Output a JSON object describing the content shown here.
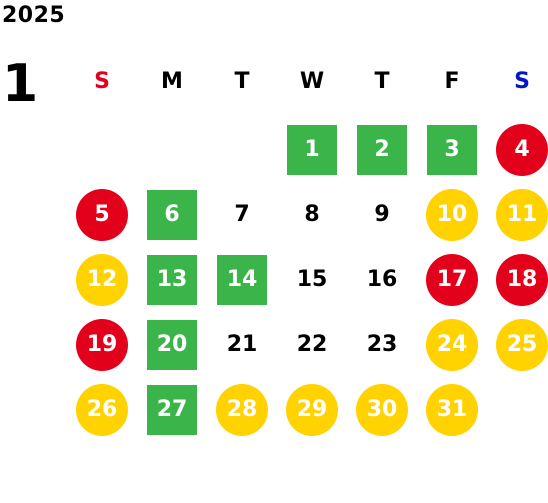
{
  "year": "2025",
  "month": "1",
  "colors": {
    "green": "#3bb54a",
    "red": "#e3001b",
    "yellow": "#ffd200",
    "sunday_header": "#e3001b",
    "saturday_header": "#0018c8"
  },
  "weekdays": [
    {
      "label": "S",
      "color": "#e3001b"
    },
    {
      "label": "M",
      "color": "#000000"
    },
    {
      "label": "T",
      "color": "#000000"
    },
    {
      "label": "W",
      "color": "#000000"
    },
    {
      "label": "T",
      "color": "#000000"
    },
    {
      "label": "F",
      "color": "#000000"
    },
    {
      "label": "S",
      "color": "#0018c8"
    }
  ],
  "weeks": [
    [
      null,
      null,
      null,
      {
        "day": "1",
        "style": "green"
      },
      {
        "day": "2",
        "style": "green"
      },
      {
        "day": "3",
        "style": "green"
      },
      {
        "day": "4",
        "style": "red"
      }
    ],
    [
      {
        "day": "5",
        "style": "red"
      },
      {
        "day": "6",
        "style": "green"
      },
      {
        "day": "7",
        "style": "plain"
      },
      {
        "day": "8",
        "style": "plain"
      },
      {
        "day": "9",
        "style": "plain"
      },
      {
        "day": "10",
        "style": "yellow"
      },
      {
        "day": "11",
        "style": "yellow"
      }
    ],
    [
      {
        "day": "12",
        "style": "yellow"
      },
      {
        "day": "13",
        "style": "green"
      },
      {
        "day": "14",
        "style": "green"
      },
      {
        "day": "15",
        "style": "plain"
      },
      {
        "day": "16",
        "style": "plain"
      },
      {
        "day": "17",
        "style": "red"
      },
      {
        "day": "18",
        "style": "red"
      }
    ],
    [
      {
        "day": "19",
        "style": "red"
      },
      {
        "day": "20",
        "style": "green"
      },
      {
        "day": "21",
        "style": "plain"
      },
      {
        "day": "22",
        "style": "plain"
      },
      {
        "day": "23",
        "style": "plain"
      },
      {
        "day": "24",
        "style": "yellow"
      },
      {
        "day": "25",
        "style": "yellow"
      }
    ],
    [
      {
        "day": "26",
        "style": "yellow"
      },
      {
        "day": "27",
        "style": "green"
      },
      {
        "day": "28",
        "style": "yellow"
      },
      {
        "day": "29",
        "style": "yellow"
      },
      {
        "day": "30",
        "style": "yellow"
      },
      {
        "day": "31",
        "style": "yellow"
      },
      null
    ]
  ]
}
